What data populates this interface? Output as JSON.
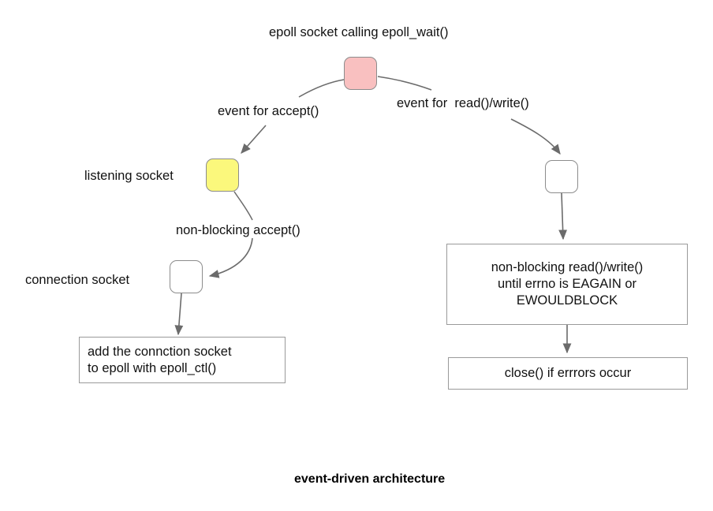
{
  "diagram": {
    "title_top": "epoll socket calling epoll_wait()",
    "caption": "event-driven architecture",
    "colors": {
      "epoll_socket": "#f9c0c0",
      "listening_socket": "#fbf87c",
      "connection_socket": "#ffffff",
      "node_border": "#8c8c8c",
      "edge": "#6b6b6b",
      "box_border": "#9a9a9a",
      "text": "#111111"
    },
    "nodes": [
      {
        "id": "epoll-socket-node",
        "label": "",
        "fill": "#f9c0c0"
      },
      {
        "id": "listening-socket-node",
        "label": "",
        "fill": "#fbf87c"
      },
      {
        "id": "connection-socket-node",
        "label": "",
        "fill": "#ffffff"
      },
      {
        "id": "connection-socket-right-node",
        "label": "",
        "fill": "#ffffff"
      }
    ],
    "labels": {
      "epoll_socket": "epoll socket calling epoll_wait()",
      "event_accept": "event for accept()",
      "event_readwrite": "event for  read()/write()",
      "listening_socket": "listening socket",
      "non_blocking_accept": "non-blocking accept()",
      "connection_socket": "connection socket"
    },
    "boxes": {
      "add_to_epoll": "add the connction socket\nto epoll with epoll_ctl()",
      "add_to_epoll_line1": "add the connction socket",
      "add_to_epoll_line2": "to epoll with epoll_ctl()",
      "non_blocking_rw_line1": "non-blocking read()/write()",
      "non_blocking_rw_line2": "until errno is EAGAIN or",
      "non_blocking_rw_line3": "EWOULDBLOCK",
      "close_errors": "close() if errrors occur"
    }
  }
}
